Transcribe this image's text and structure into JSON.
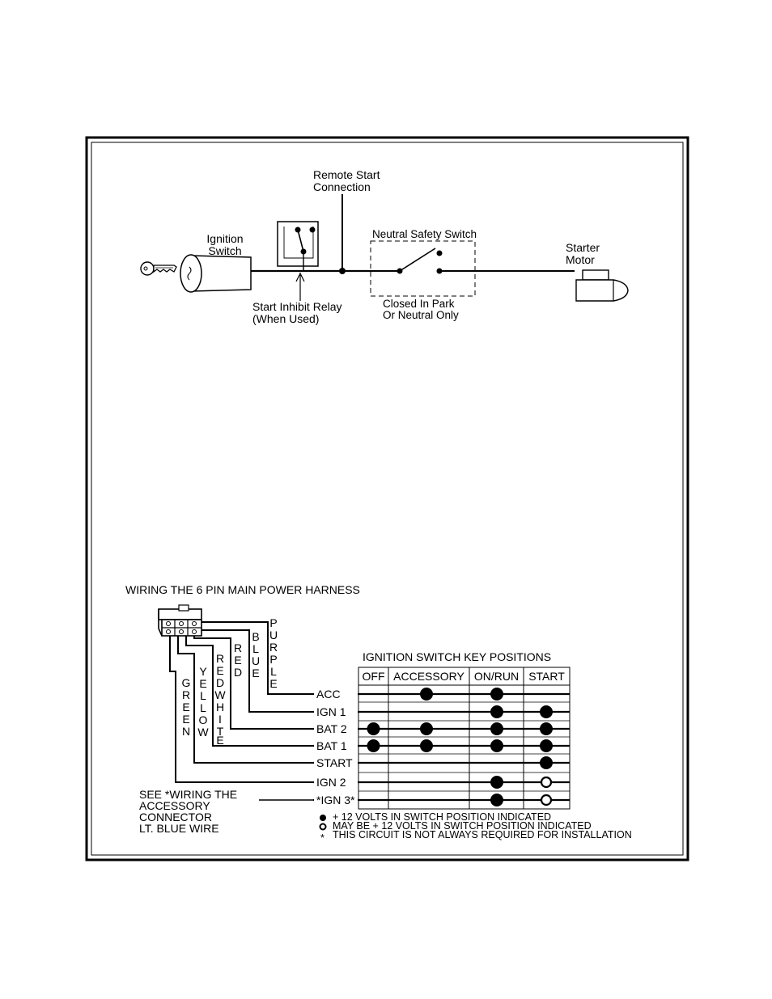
{
  "top_diagram": {
    "remote_start_line1": "Remote Start",
    "remote_start_line2": "Connection",
    "ignition_line1": "Ignition",
    "ignition_line2": "Switch",
    "neutral_switch": "Neutral Safety Switch",
    "starter_line1": "Starter",
    "starter_line2": "Motor",
    "relay_line1": "Start Inhibit Relay",
    "relay_line2": "(When Used)",
    "closed_line1": "Closed In Park",
    "closed_line2": "Or Neutral Only"
  },
  "harness": {
    "title": "WIRING THE 6 PIN MAIN POWER HARNESS",
    "wire_purple": [
      "P",
      "U",
      "R",
      "P",
      "L",
      "E"
    ],
    "wire_blue": [
      "B",
      "L",
      "U",
      "E"
    ],
    "wire_red": [
      "R",
      "E",
      "D"
    ],
    "wire_redwhite": [
      "R",
      "E",
      "D",
      "W",
      "H",
      "I",
      "T",
      "E"
    ],
    "wire_yellow": [
      "Y",
      "E",
      "L",
      "L",
      "O",
      "W"
    ],
    "wire_green": [
      "G",
      "R",
      "E",
      "E",
      "N"
    ],
    "note_lines": [
      "SEE *WIRING THE",
      "ACCESSORY",
      "CONNECTOR",
      "LT. BLUE WIRE"
    ]
  },
  "key_table": {
    "title": "IGNITION SWITCH KEY POSITIONS",
    "columns": [
      "OFF",
      "ACCESSORY",
      "ON/RUN",
      "START"
    ],
    "rows": [
      {
        "label": "ACC",
        "marks": [
          "",
          "filled",
          "filled",
          ""
        ]
      },
      {
        "label": "IGN 1",
        "marks": [
          "",
          "",
          "filled",
          "filled"
        ]
      },
      {
        "label": "BAT 2",
        "marks": [
          "filled",
          "filled",
          "filled",
          "filled"
        ]
      },
      {
        "label": "BAT 1",
        "marks": [
          "filled",
          "filled",
          "filled",
          "filled"
        ]
      },
      {
        "label": "START",
        "marks": [
          "",
          "",
          "",
          "filled"
        ]
      },
      {
        "label": "IGN 2",
        "marks": [
          "",
          "",
          "filled",
          "open"
        ]
      },
      {
        "label": "*IGN 3*",
        "marks": [
          "",
          "",
          "filled",
          "open"
        ]
      }
    ]
  },
  "legend": [
    {
      "symbol": "filled",
      "text": "+ 12 VOLTS IN SWITCH POSITION INDICATED"
    },
    {
      "symbol": "open",
      "text": "MAY BE + 12 VOLTS IN SWITCH POSITION INDICATED"
    },
    {
      "symbol": "asterisk",
      "glyph": "*",
      "text": "THIS CIRCUIT IS NOT ALWAYS REQUIRED FOR INSTALLATION"
    }
  ]
}
